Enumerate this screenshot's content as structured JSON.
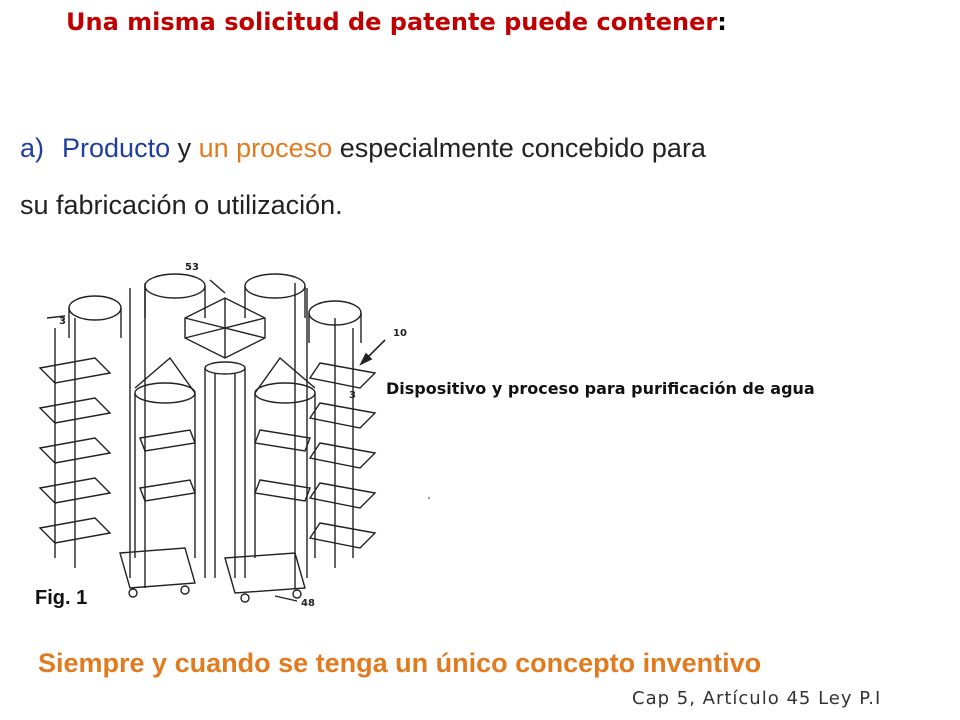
{
  "slide": {
    "title": "Una misma solicitud de patente puede contener",
    "title_colon": ":",
    "item": {
      "marker": "a)",
      "word1": "Producto",
      "word2": " y ",
      "word3": "un proceso",
      "word4": " especialmente concebido para",
      "line2": "su fabricación o utilización."
    },
    "figure": {
      "labels": [
        "53",
        "3",
        "10",
        "3",
        "48"
      ],
      "fig_label": "Fig.  1"
    },
    "caption": "Dispositivo y proceso para purificación de agua",
    "footer": "Siempre y cuando se tenga un único concepto inventivo",
    "reference": "Cap 5,  Artículo 45  Ley  P.I"
  },
  "colors": {
    "title": "#c00000",
    "accent_blue": "#1f3f9f",
    "accent_orange": "#e07b20"
  }
}
